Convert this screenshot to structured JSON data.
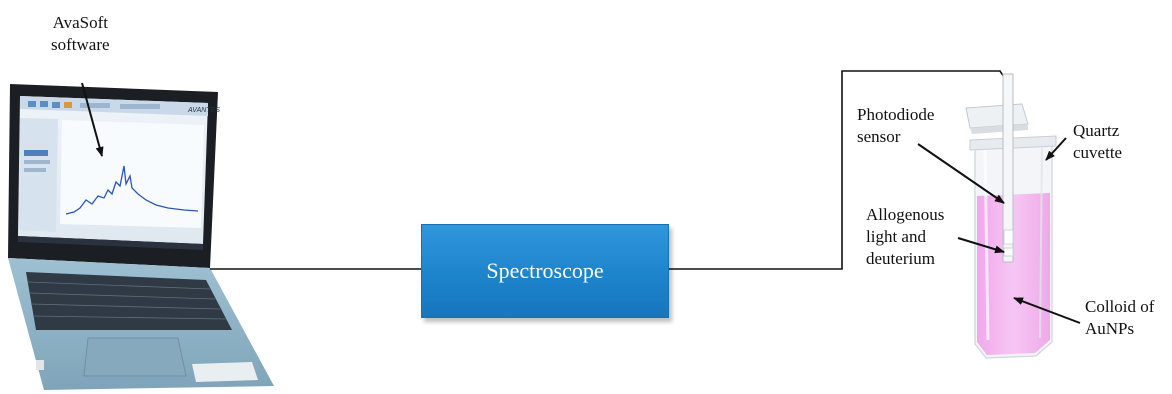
{
  "labels": {
    "software": [
      "AvaSoft",
      "software"
    ],
    "spectroscope": "Spectroscope",
    "photodiode": [
      "Photodiode",
      "sensor"
    ],
    "quartz": [
      "Quartz",
      "cuvette"
    ],
    "allogenous": [
      "Allogenous",
      "light and",
      "deuterium"
    ],
    "colloid": [
      "Colloid of",
      "AuNPs"
    ]
  },
  "colors": {
    "spectroscope_box": "#2089d2",
    "colloid_fill": "#f3b6f0",
    "laptop_body": "#8fb3c6",
    "cable": "#111111"
  },
  "icons": [
    "laptop-image",
    "cuvette-image",
    "arrow"
  ]
}
